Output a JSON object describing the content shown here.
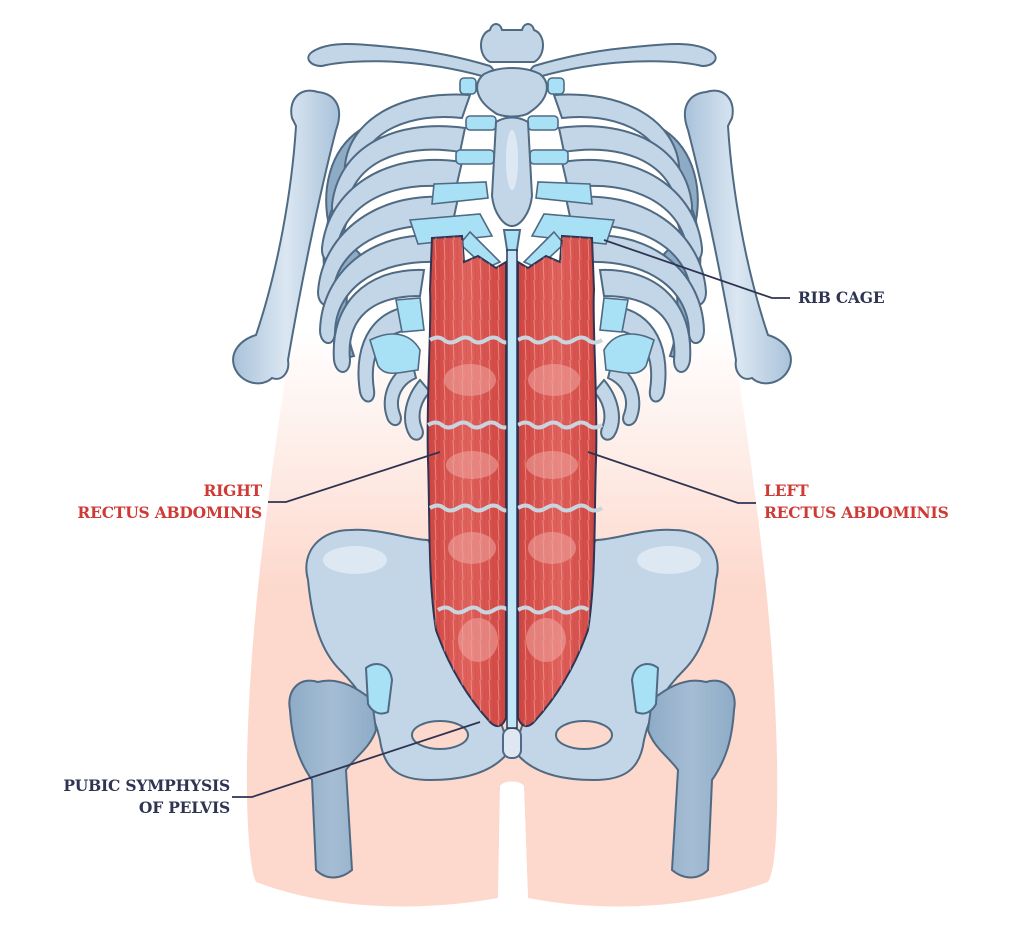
{
  "diagram": {
    "subject": "Rectus abdominis muscles anatomy",
    "colors": {
      "background": "#ffffff",
      "body_silhouette": "#fdd8cc",
      "bone_fill": "#c3d6e8",
      "bone_light": "#dde8f3",
      "bone_shadow": "#8eabc6",
      "bone_outline": "#4f6a82",
      "cartilage": "#a8e0f5",
      "muscle_fill": "#d9504c",
      "muscle_light": "#e98a85",
      "tendon": "#c9d4df",
      "leader_line": "#2f3452",
      "label_dark": "#2f3452",
      "label_red": "#cf3a35"
    },
    "labels": {
      "rib_cage": {
        "line1": "RIB CAGE"
      },
      "right_rectus": {
        "line1": "RIGHT",
        "line2": "RECTUS ABDOMINIS"
      },
      "left_rectus": {
        "line1": "LEFT",
        "line2": "RECTUS ABDOMINIS"
      },
      "pubic_symphysis": {
        "line1": "PUBIC SYMPHYSIS",
        "line2": "OF PELVIS"
      }
    }
  }
}
